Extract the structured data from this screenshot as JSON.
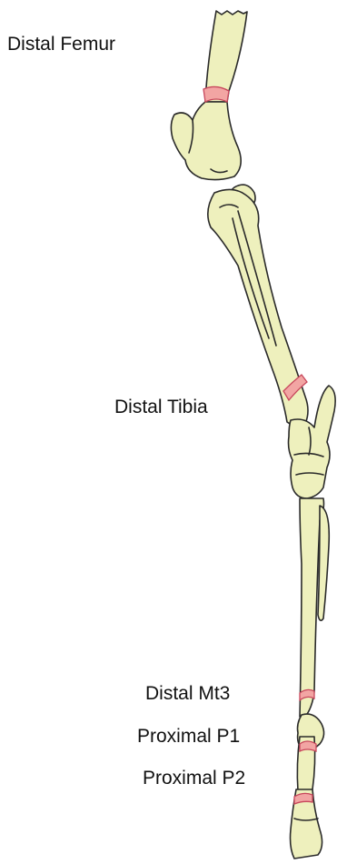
{
  "colors": {
    "bone_fill": "#eef0bd",
    "bone_outline": "#2a2a2a",
    "fracture_fill": "#f2a5a3",
    "fracture_outline": "#c8475c"
  },
  "labels": {
    "distal_femur": "Distal Femur",
    "distal_tibia": "Distal Tibia",
    "distal_mt3": "Distal Mt3",
    "proximal_p1": "Proximal P1",
    "proximal_p2": "Proximal P2"
  }
}
